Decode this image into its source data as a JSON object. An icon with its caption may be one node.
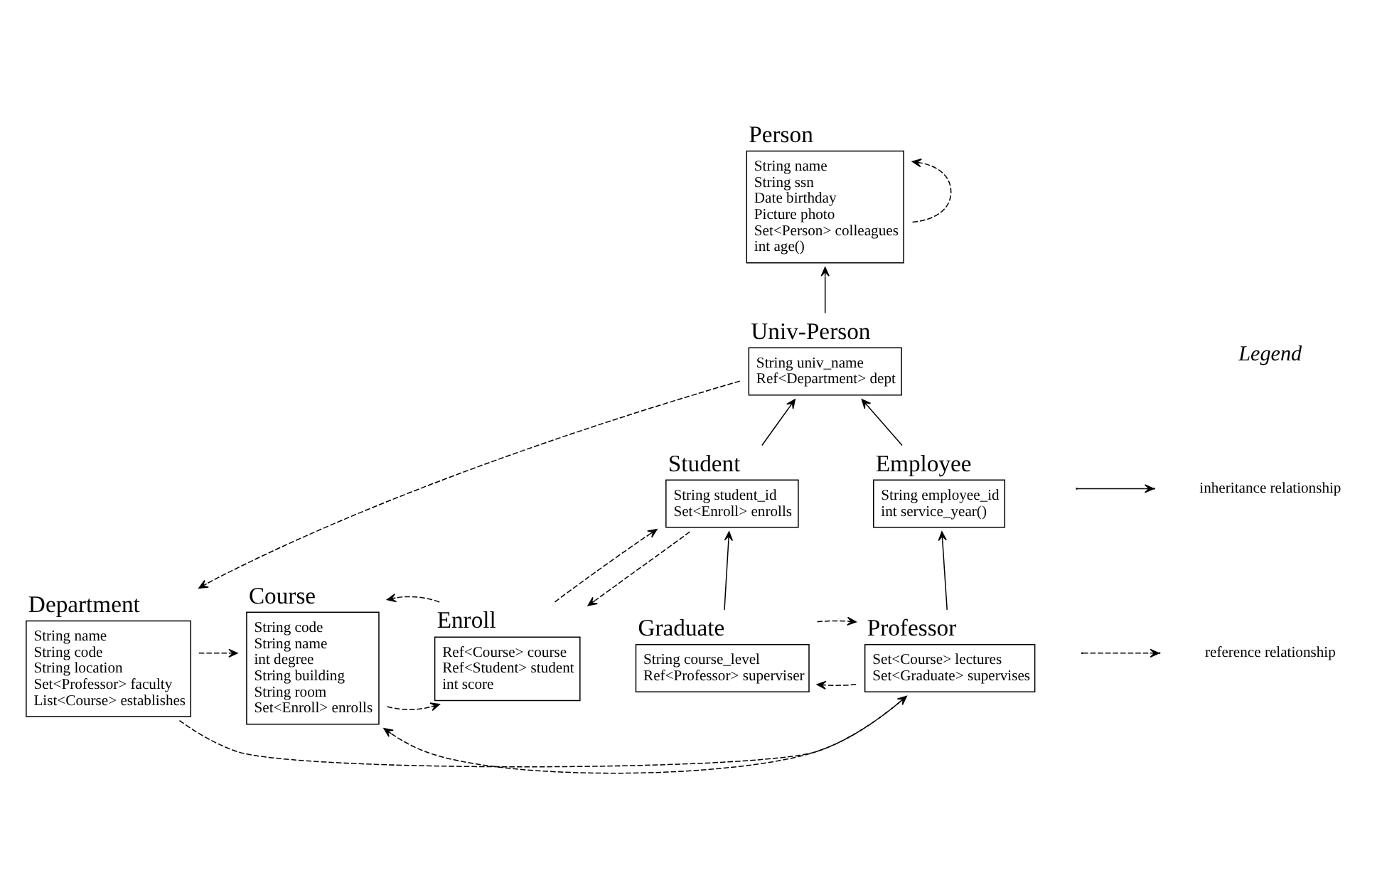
{
  "diagram": {
    "nodes": [
      {
        "text": [
          "Person",
          "String name",
          "String ssn",
          "Date birthday",
          "Picture photo",
          "Set<Person> colleagues",
          "int age()"
        ]
      },
      {
        "text": [
          "Department",
          "String name",
          "String code",
          "String location",
          "Set<Professor> faculty",
          "List<Course> establishes"
        ]
      },
      {
        "text": [
          "Univ-Person",
          "String univ_name",
          "Ref<Department> dept"
        ]
      },
      {
        "text": [
          "Enroll",
          "Ref<Course> course",
          "Ref<Student> student",
          "int score"
        ]
      },
      {
        "text": [
          "Course",
          "String code",
          "String name",
          "int degree",
          "String building",
          "String room",
          "Set<Enroll> enrolls"
        ]
      },
      {
        "text": [
          "Student",
          "String student_id",
          "Set<Enroll> enrolls"
        ]
      },
      {
        "text": [
          "Employee",
          "String employee_id",
          "int service_year()"
        ]
      },
      {
        "text": [
          "Graduate",
          "String course_level",
          "Ref<Professor> superviser"
        ]
      },
      {
        "text": [
          "Professor",
          "Set<Course> lectures",
          "Set<Graduate> supervises"
        ]
      }
    ],
    "edges": [
      {
        "from": 0,
        "to": 0,
        "arrow": "to",
        "style": "dashed"
      },
      {
        "from": 2,
        "to": 0,
        "arrow": "to"
      },
      {
        "from": 2,
        "to": 1,
        "arrow": "to",
        "style": "dashed"
      },
      {
        "from": 1,
        "to": 8,
        "arrow": "to",
        "style": "dashed"
      },
      {
        "from": 1,
        "to": 4,
        "arrow": "to",
        "style": "dashed"
      },
      {
        "from": 3,
        "to": 4,
        "arrow": "to",
        "style": "dashed"
      },
      {
        "from": 3,
        "to": 5,
        "arrow": "to",
        "style": "dashed"
      },
      {
        "from": 5,
        "to": 2,
        "arrow": "to"
      },
      {
        "from": 6,
        "to": 2,
        "arrow": "to"
      },
      {
        "from": 5,
        "to": 3,
        "arrow": "to",
        "style": "dashed"
      },
      {
        "from": 4,
        "to": 3,
        "arrow": "to",
        "style": "dashed"
      },
      {
        "from": 7,
        "to": 5,
        "arrow": "to"
      },
      {
        "from": 8,
        "to": 6,
        "arrow": "to"
      },
      {
        "from": 7,
        "to": 8,
        "arrow": "to",
        "style": "dashed"
      },
      {
        "from": 8,
        "to": 4,
        "arrow": "to",
        "style": "dashed"
      },
      {
        "from": 8,
        "to": 7,
        "arrow": "to",
        "style": "dashed"
      }
    ],
    "labels": [
      "Legend"
    ],
    "legend": [
      {
        "text": "inheritance relationship"
      },
      {
        "text": "reference relationship"
      }
    ]
  }
}
